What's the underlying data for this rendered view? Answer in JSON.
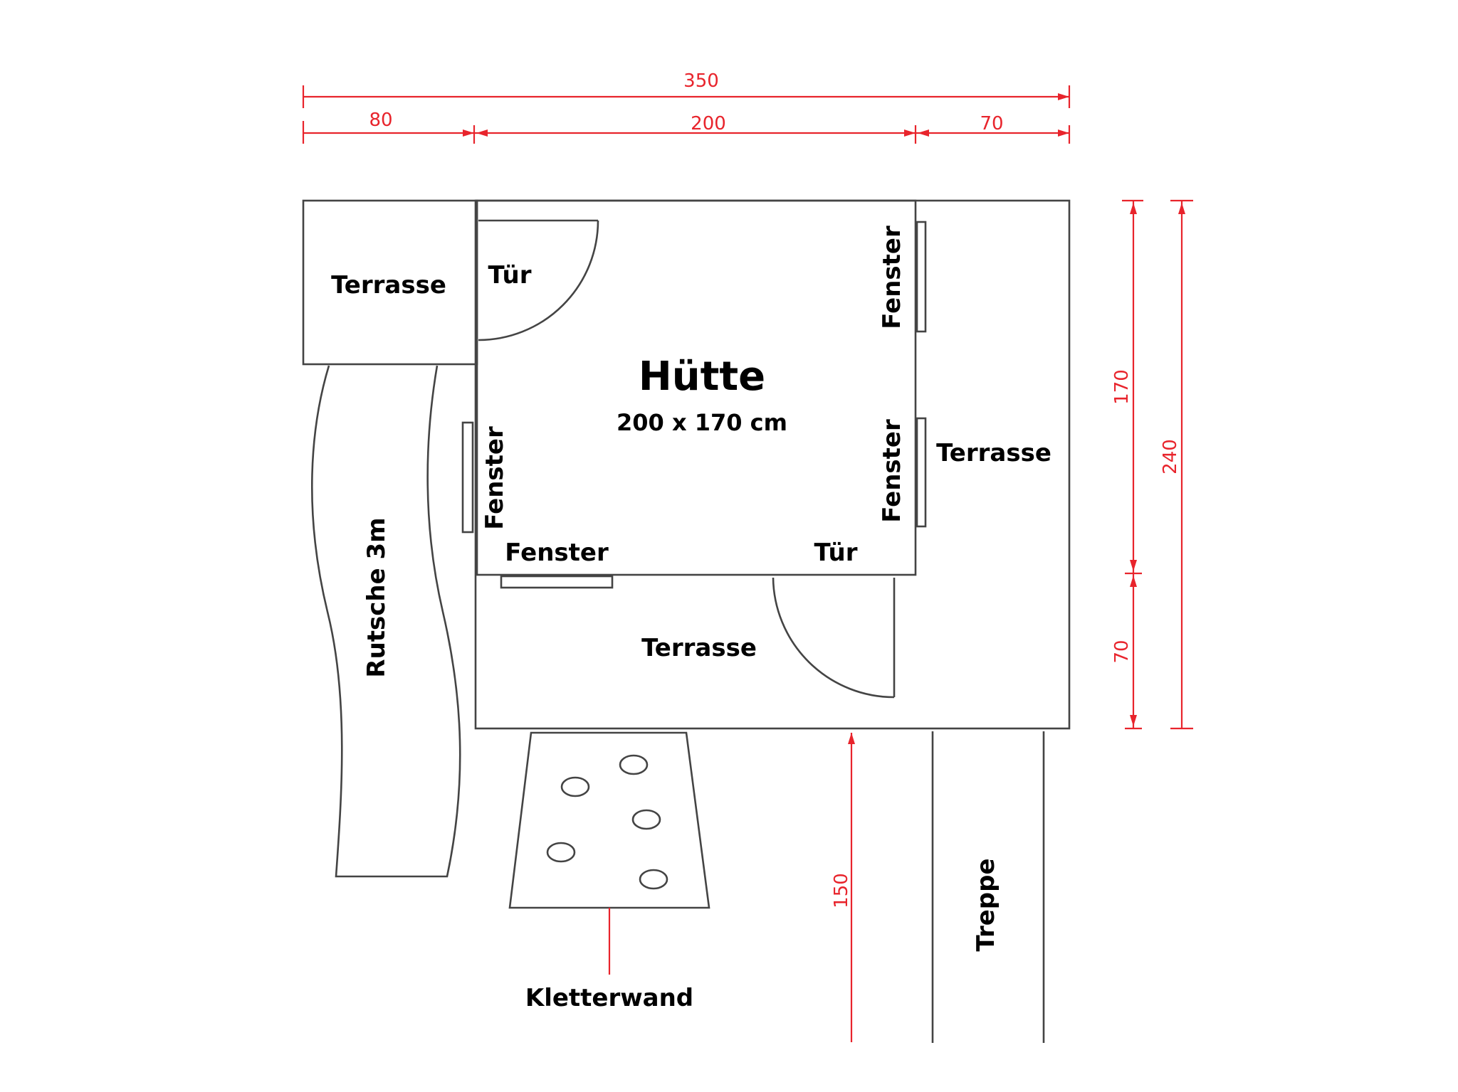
{
  "dimensions": {
    "total_width": "350",
    "left_width": "80",
    "middle_width": "200",
    "right_width": "70",
    "hut_depth": "170",
    "total_depth": "240",
    "terrace_depth": "70",
    "height": "150"
  },
  "labels": {
    "terrace_left": "Terrasse",
    "terrace_right": "Terrasse",
    "terrace_front": "Terrasse",
    "door_top": "Tür",
    "door_bottom": "Tür",
    "window_right_top": "Fenster",
    "window_right_bottom": "Fenster",
    "window_left": "Fenster",
    "window_bottom": "Fenster",
    "hut_title": "Hütte",
    "hut_size": "200 x 170 cm",
    "slide": "Rutsche 3m",
    "climbing_wall": "Kletterwand",
    "stairs": "Treppe"
  },
  "colors": {
    "dimension": "#e8242c",
    "wall": "#444444",
    "text": "#000000"
  }
}
